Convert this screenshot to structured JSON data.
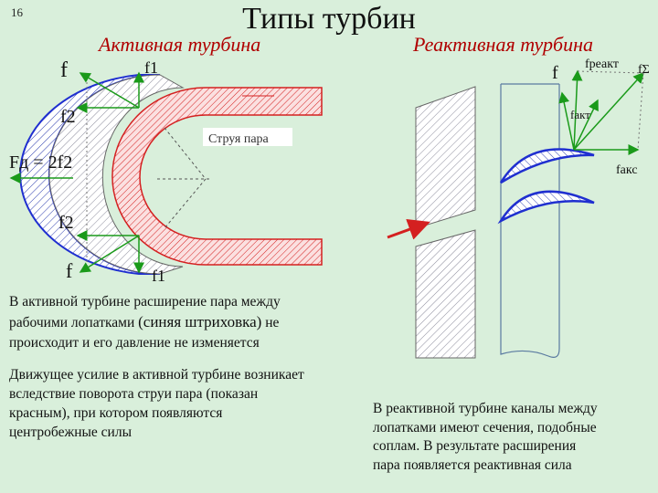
{
  "slide_number": "16",
  "title": "Типы турбин",
  "left_heading": "Активная турбина",
  "right_heading": "Реактивная турбина",
  "left_diagram": {
    "labels": {
      "f_top": "f",
      "f1_top": "f1",
      "f2_upper": "f2",
      "fd_eq": "Fд = 2f2",
      "f2_lower": "f2",
      "f_bottom": "f",
      "f1_bottom": "f1",
      "jet_label": "Струя пара"
    }
  },
  "right_diagram": {
    "labels": {
      "f_top": "f",
      "f_react": "fреакт",
      "f_sigma": "fΣ",
      "f_act": "fакт",
      "f_aks": "fакс"
    }
  },
  "paragraph_1_line_1": "В активной турбине расширение пара между",
  "paragraph_1_line_2a": "рабочими лопатками ",
  "paragraph_1_line_2b": "(синяя штриховка)",
  "paragraph_1_line_2c": " не",
  "paragraph_1_line_3": "происходит и его давление не изменяется",
  "paragraph_2_line_1": "Движущее усилие в активной турбине возникает",
  "paragraph_2_line_2": "вследствие поворота струи пара (показан",
  "paragraph_2_line_3": "красным), при котором появляются",
  "paragraph_2_line_4": "центробежные силы",
  "paragraph_3_line_1": "В реактивной турбине каналы между",
  "paragraph_3_line_2": "лопатками имеют сечения, подобные",
  "paragraph_3_line_3": "соплам. В результате расширения",
  "paragraph_3_line_4": "пара появляется реактивная сила",
  "colors": {
    "background": "#d9efdb",
    "heading": "#b00000",
    "blade_blue": "#1f2fd0",
    "jet_red": "#d42020",
    "force_green": "#1a9a1a"
  }
}
